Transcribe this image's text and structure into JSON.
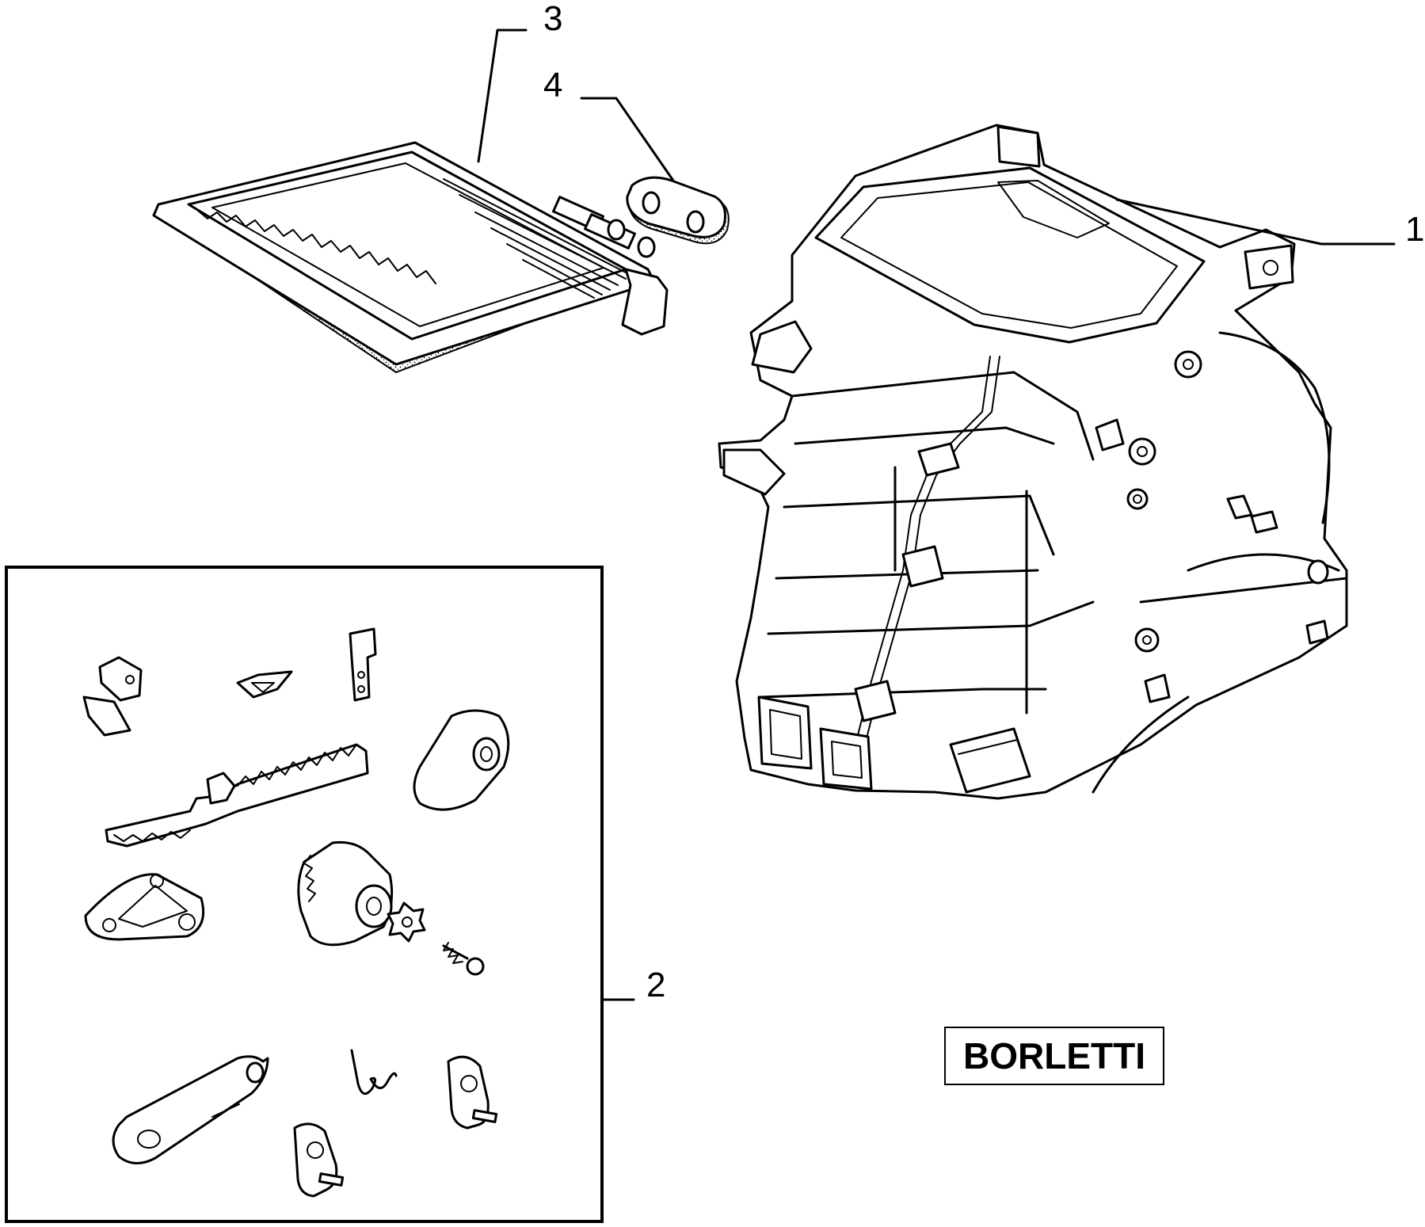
{
  "callouts": [
    {
      "id": "1",
      "label": "1"
    },
    {
      "id": "2",
      "label": "2"
    },
    {
      "id": "3",
      "label": "3"
    },
    {
      "id": "4",
      "label": "4"
    }
  ],
  "brand": {
    "label": "BORLETTI"
  }
}
